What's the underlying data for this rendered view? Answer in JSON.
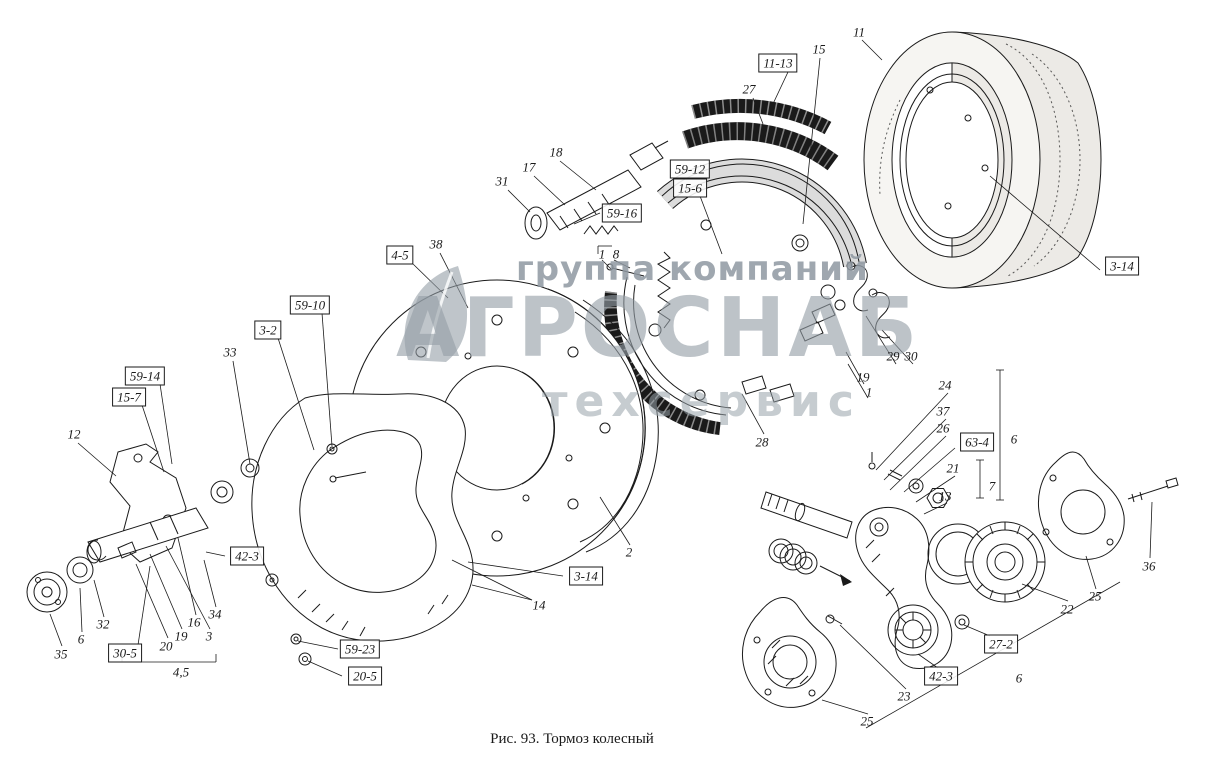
{
  "figure": {
    "caption": "Рис. 93. Тормоз колесный"
  },
  "watermark": {
    "line1": "группа компаний",
    "line2": "АГРОСНАБ",
    "line3": "техсервис",
    "logo_icon": "leaf-icon"
  },
  "colors": {
    "ink": "#1a1a1a",
    "paper": "#ffffff",
    "watermark_gray": "#96a0a8"
  },
  "labels_boxed": [
    "11-13",
    "59-12",
    "15-6",
    "59-16",
    "4-5",
    "59-10",
    "3-2",
    "59-14",
    "15-7",
    "42-3",
    "3-14",
    "30-5",
    "59-23",
    "20-5",
    "63-4",
    "27-2",
    "42-3",
    "3-14"
  ],
  "labels_plain": [
    "31",
    "17",
    "18",
    "27",
    "15",
    "11",
    "38",
    "33",
    "12",
    "1",
    "8",
    "29",
    "30",
    "19",
    "1",
    "28",
    "24",
    "37",
    "26",
    "21",
    "13",
    "6",
    "7",
    "2",
    "14",
    "34",
    "16",
    "3",
    "19",
    "20",
    "32",
    "6",
    "35",
    "4,5",
    "22",
    "25",
    "36",
    "23",
    "25",
    "6"
  ]
}
